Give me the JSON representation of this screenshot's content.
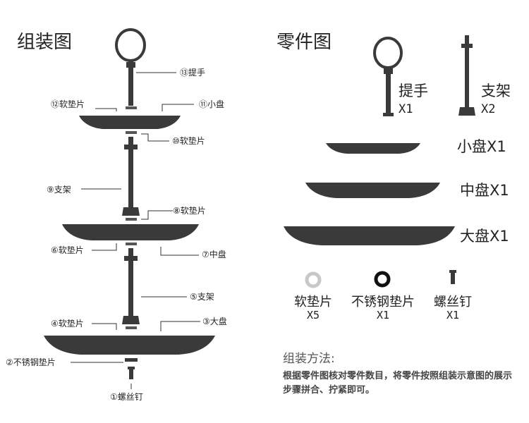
{
  "assembly": {
    "title": "组装图",
    "callouts": {
      "c13": "⑬提手",
      "c12": "⑫软垫片",
      "c11": "⑪小盘",
      "c10": "⑩软垫片",
      "c9": "⑨支架",
      "c8": "⑧软垫片",
      "c6": "⑥软垫片",
      "c7": "⑦中盘",
      "c5": "⑤支架",
      "c4": "④软垫片",
      "c3": "③大盘",
      "c2": "②不锈钢垫片",
      "c1": "①螺丝钉"
    }
  },
  "parts": {
    "title": "零件图",
    "handle": {
      "name": "提手",
      "qty": "X1"
    },
    "stand": {
      "name": "支架",
      "qty": "X2"
    },
    "small_plate": "小盘X1",
    "medium_plate": "中盘X1",
    "large_plate": "大盘X1",
    "soft_washer": {
      "name": "软垫片",
      "qty": "X5"
    },
    "steel_washer": {
      "name": "不锈钢垫片",
      "qty": "X1"
    },
    "screw": {
      "name": "螺丝钉",
      "qty": "X1"
    }
  },
  "method": {
    "title": "组装方法:",
    "text": "根据零件图核对零件数目，将零件按照组装示意图的展示步骤拼合、拧紧即可。"
  },
  "colors": {
    "part": "#3a3a3a",
    "line": "#333333",
    "washer_soft": "#c8c8c8"
  }
}
